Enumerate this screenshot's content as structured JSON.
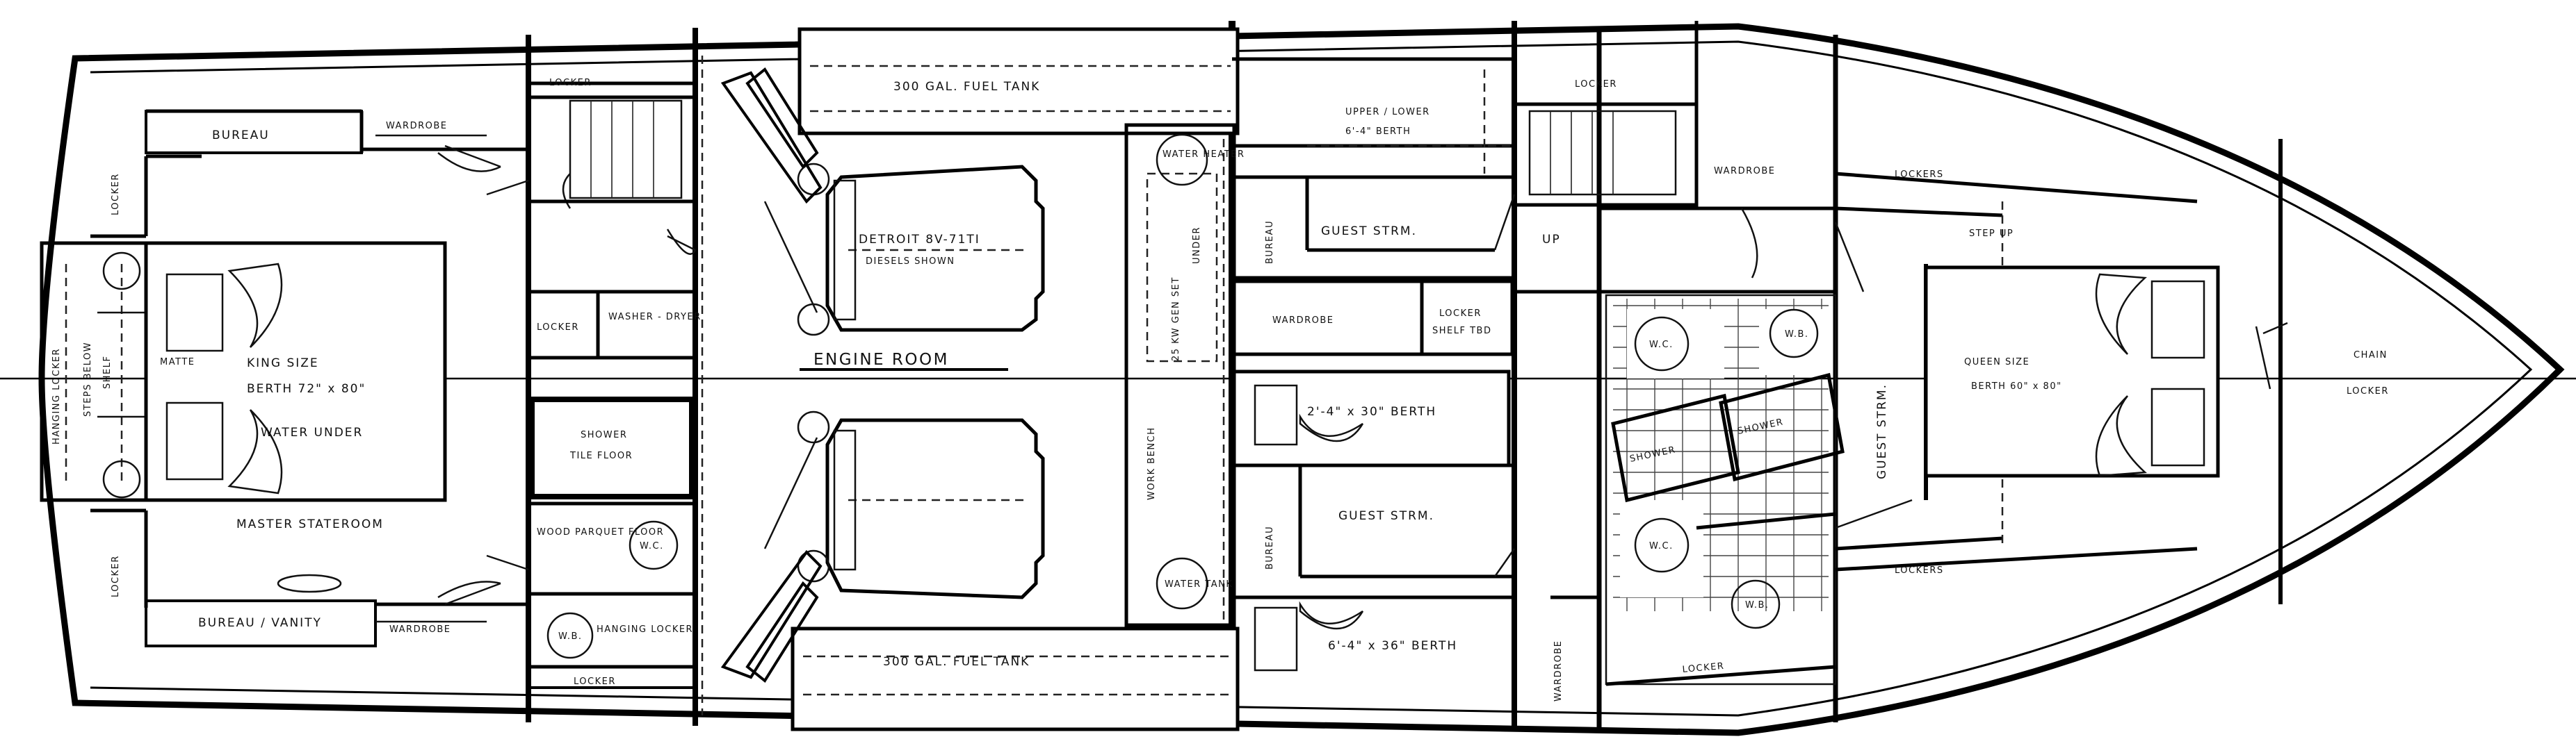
{
  "labels": {
    "bureau_top": "BUREAU",
    "wardrobe_master_top": "WARDROBE",
    "locker_bow_wall_top": "LOCKER",
    "hanging_locker": "HANGING LOCKER",
    "bed_upper_label": "MATTE",
    "shelf": "SHELF",
    "steps_below": "STEPS BELOW",
    "king_size": "KING SIZE",
    "berth_king": "BERTH 72\" x 80\"",
    "water_under": "WATER UNDER",
    "master_stateroom": "MASTER STATEROOM",
    "locker_bow_wall_bottom": "LOCKER",
    "bureau_vanity": "BUREAU / VANITY",
    "wardrobe_master_bottom": "WARDROBE",
    "locker_top": "LOCKER",
    "locker_mid": "LOCKER",
    "washer_dryer": "WASHER - DRYER",
    "shower": "SHOWER",
    "tile_floor": "TILE FLOOR",
    "wood_parquet_floor": "WOOD PARQUET FLOOR",
    "wc_master": "W.C.",
    "wb_master": "W.B.",
    "hanging_locker_bath": "HANGING LOCKER",
    "locker_bottom": "LOCKER",
    "fuel_tank_top": "300 GAL. FUEL TANK",
    "fuel_tank_bottom": "300 GAL. FUEL TANK",
    "detroit_diesels": "DETROIT 8V-71TI",
    "diesels_shown": "DIESELS SHOWN",
    "engine_room": "ENGINE ROOM",
    "work_bench": "WORK BENCH",
    "generator": "25 KW GEN SET",
    "generator_under": "UNDER",
    "water_heater": "WATER HEATER",
    "water_tank": "WATER TANK",
    "upper_lower": "UPPER / LOWER",
    "berth_upper_lower": "6'-4\" BERTH",
    "guest_strm_top": "GUEST STRM.",
    "bureau_guest_top": "BUREAU",
    "wardrobe_guest": "WARDROBE",
    "locker_shelf": "LOCKER",
    "locker_shelf2": "SHELF TBD",
    "berth_guest_mid": "2'-4\" x 30\" BERTH",
    "guest_strm_mid": "GUEST STRM.",
    "bureau_guest_bottom": "BUREAU",
    "berth_guest_bottom": "6'-4\" x 36\" BERTH",
    "wardrobe_bottom_vertical": "WARDROBE",
    "locker_fwd_top": "LOCKER",
    "wardrobe_fwd": "WARDROBE",
    "lockers_fwd_top": "LOCKERS",
    "step_up": "STEP UP",
    "up": "UP",
    "wc_fwd_top": "W.C.",
    "wb_fwd_top": "W.B.",
    "shower_fwd_1": "SHOWER",
    "shower_fwd_2": "SHOWER",
    "wc_fwd_bottom": "W.C.",
    "wb_fwd_bottom": "W.B.",
    "locker_fwd_bottom": "LOCKER",
    "guest_strm_vertical": "GUEST STRM.",
    "queen_size": "QUEEN SIZE",
    "berth_queen": "BERTH 60\" x 80\"",
    "lockers_fwd_bottom": "LOCKERS",
    "chain": "CHAIN",
    "locker_chain": "LOCKER"
  }
}
